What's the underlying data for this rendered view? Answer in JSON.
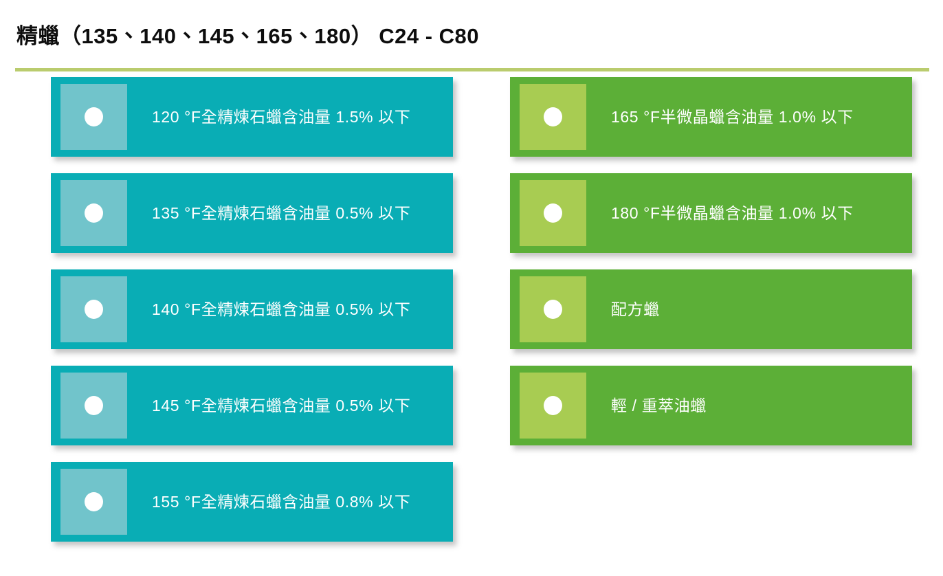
{
  "header": {
    "title": "精蠟（135、140、145、165、180） C24 - C80",
    "rule_color": "#bacc6e"
  },
  "theme": {
    "teal_bar": "#09adb5",
    "teal_icon": "#71c4cb",
    "green_bar": "#5caf37",
    "green_icon": "#a8cc52",
    "label_color": "#ffffff",
    "bullet_color": "#ffffff"
  },
  "columns": [
    {
      "name": "left-column",
      "items": [
        {
          "label": "120 °F全精煉石蠟含油量 1.5% 以下"
        },
        {
          "label": "135 °F全精煉石蠟含油量 0.5% 以下"
        },
        {
          "label": "140 °F全精煉石蠟含油量 0.5% 以下"
        },
        {
          "label": "145 °F全精煉石蠟含油量 0.5% 以下"
        },
        {
          "label": "155 °F全精煉石蠟含油量 0.8% 以下"
        }
      ]
    },
    {
      "name": "right-column",
      "items": [
        {
          "label": "165 °F半微晶蠟含油量 1.0% 以下"
        },
        {
          "label": "180 °F半微晶蠟含油量 1.0% 以下"
        },
        {
          "label": "配方蠟"
        },
        {
          "label": "輕 / 重萃油蠟"
        }
      ]
    }
  ]
}
